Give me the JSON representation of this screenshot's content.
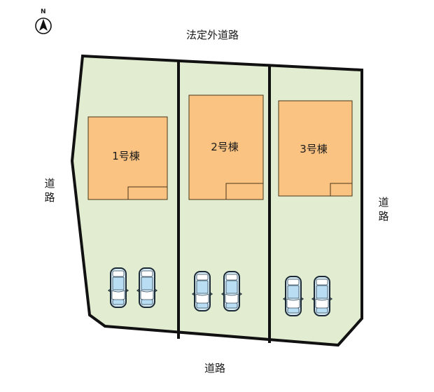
{
  "compass": {
    "label": "N",
    "icon": "north-arrow-icon"
  },
  "roads": {
    "top": "法定外道路",
    "left": "道路",
    "right": "道路",
    "bottom": "道路"
  },
  "lots": [
    {
      "building": "1号棟",
      "parking_spaces": 2
    },
    {
      "building": "2号棟",
      "parking_spaces": 2
    },
    {
      "building": "3号棟",
      "parking_spaces": 2
    }
  ],
  "colors": {
    "lot_fill": "#e1ecd0",
    "building_fill": "#fbc382",
    "outline": "#111111",
    "car_window": "#b9def3"
  }
}
